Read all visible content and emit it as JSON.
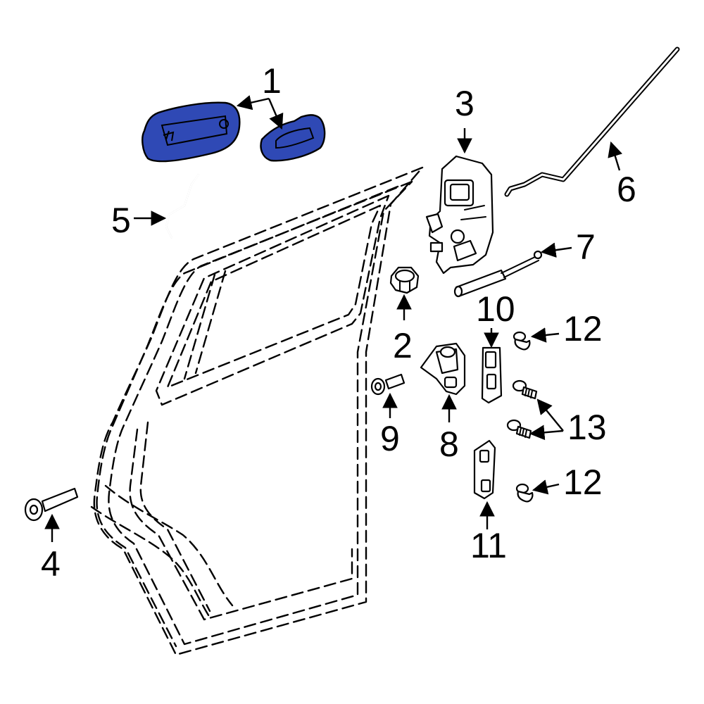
{
  "diagram": {
    "highlight_color": "#2f49b5",
    "callouts": [
      {
        "id": "c1",
        "label": "1"
      },
      {
        "id": "c2",
        "label": "2"
      },
      {
        "id": "c3",
        "label": "3"
      },
      {
        "id": "c4",
        "label": "4"
      },
      {
        "id": "c5",
        "label": "5"
      },
      {
        "id": "c6",
        "label": "6"
      },
      {
        "id": "c7",
        "label": "7"
      },
      {
        "id": "c8",
        "label": "8"
      },
      {
        "id": "c9",
        "label": "9"
      },
      {
        "id": "c10",
        "label": "10"
      },
      {
        "id": "c11",
        "label": "11"
      },
      {
        "id": "c12a",
        "label": "12"
      },
      {
        "id": "c12b",
        "label": "12"
      },
      {
        "id": "c13",
        "label": "13"
      }
    ]
  }
}
